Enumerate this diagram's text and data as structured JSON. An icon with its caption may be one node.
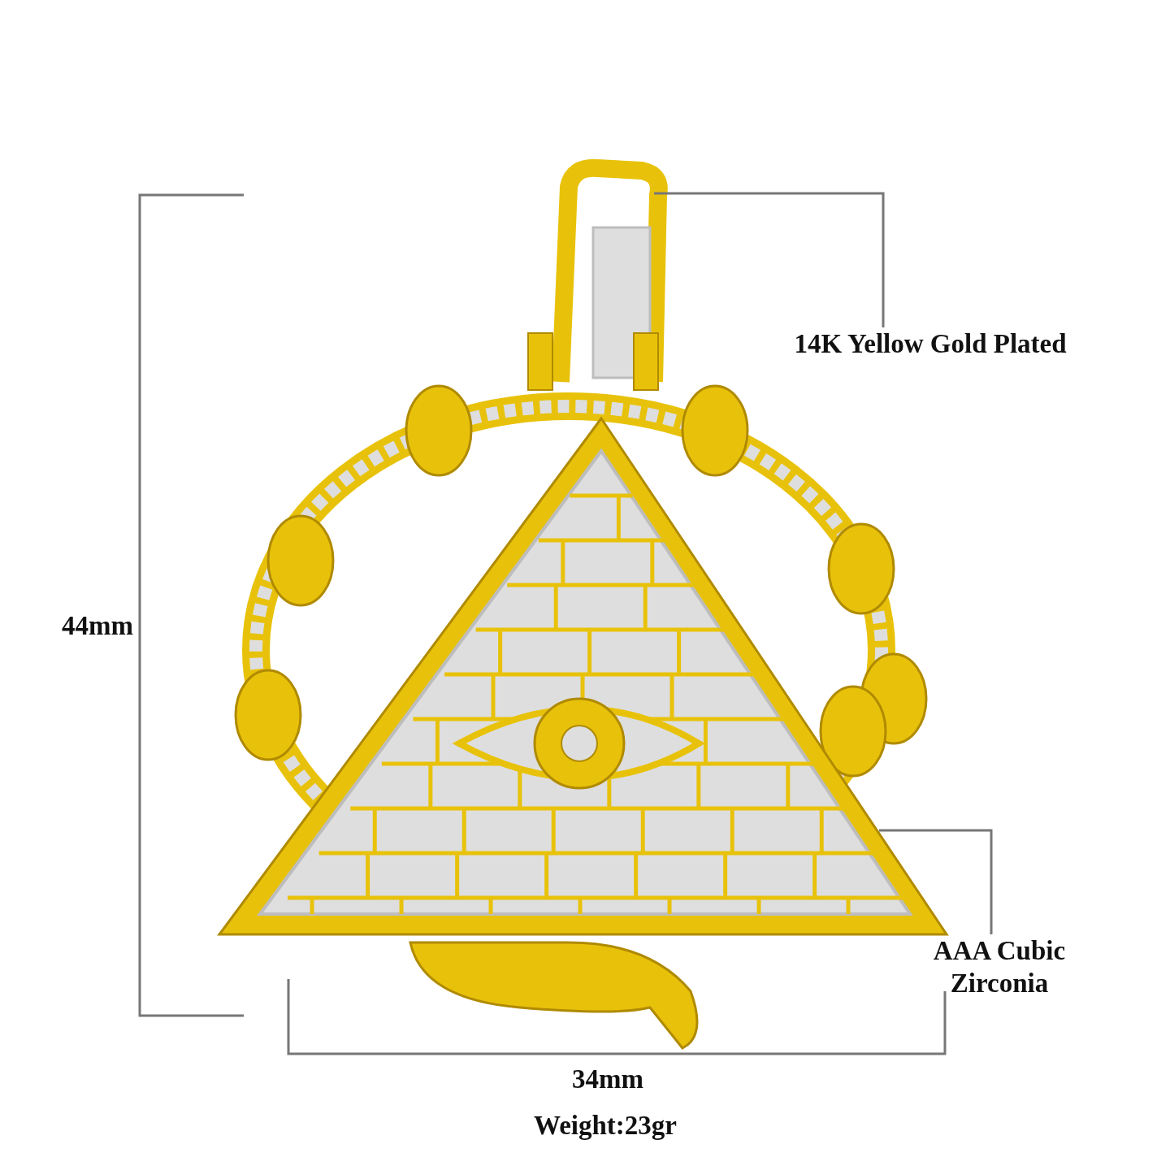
{
  "diagram": {
    "nodes": [
      {
        "text": [
          "14K Yellow Gold Plated"
        ]
      },
      {
        "text": [],
        "shape": "picture"
      },
      {
        "text": [
          "AAA Cubic Zirconia"
        ]
      },
      {
        "text": [],
        "shape": "picture"
      }
    ],
    "edges": [
      {
        "from": 0,
        "to": 1,
        "arrow": "none"
      },
      {
        "from": 2,
        "to": 3,
        "arrow": "none"
      }
    ],
    "labels": [
      "44mm",
      "34mm",
      "Weight:23gr"
    ]
  }
}
